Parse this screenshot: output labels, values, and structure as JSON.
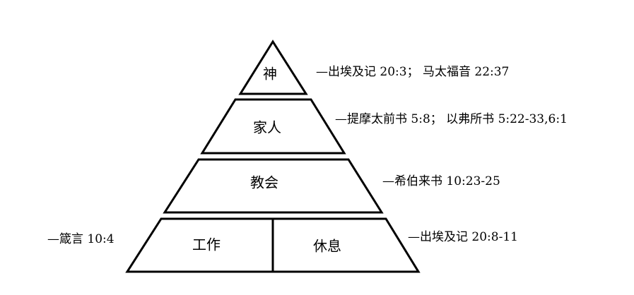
{
  "pyramid": {
    "tiers": {
      "god": {
        "label": "神"
      },
      "family": {
        "label": "家人"
      },
      "church": {
        "label": "教会"
      },
      "base": {
        "work": {
          "label": "工作"
        },
        "rest": {
          "label": "休息"
        }
      }
    }
  },
  "references": {
    "god": "—出埃及记 20:3； 马太福音 22:37",
    "family": "—提摩太前书 5:8； 以弗所书 5:22-33,6:1",
    "church": "—希伯来书 10:23-25",
    "work": "—箴言 10:4",
    "rest": "—出埃及记 20:8-11"
  }
}
